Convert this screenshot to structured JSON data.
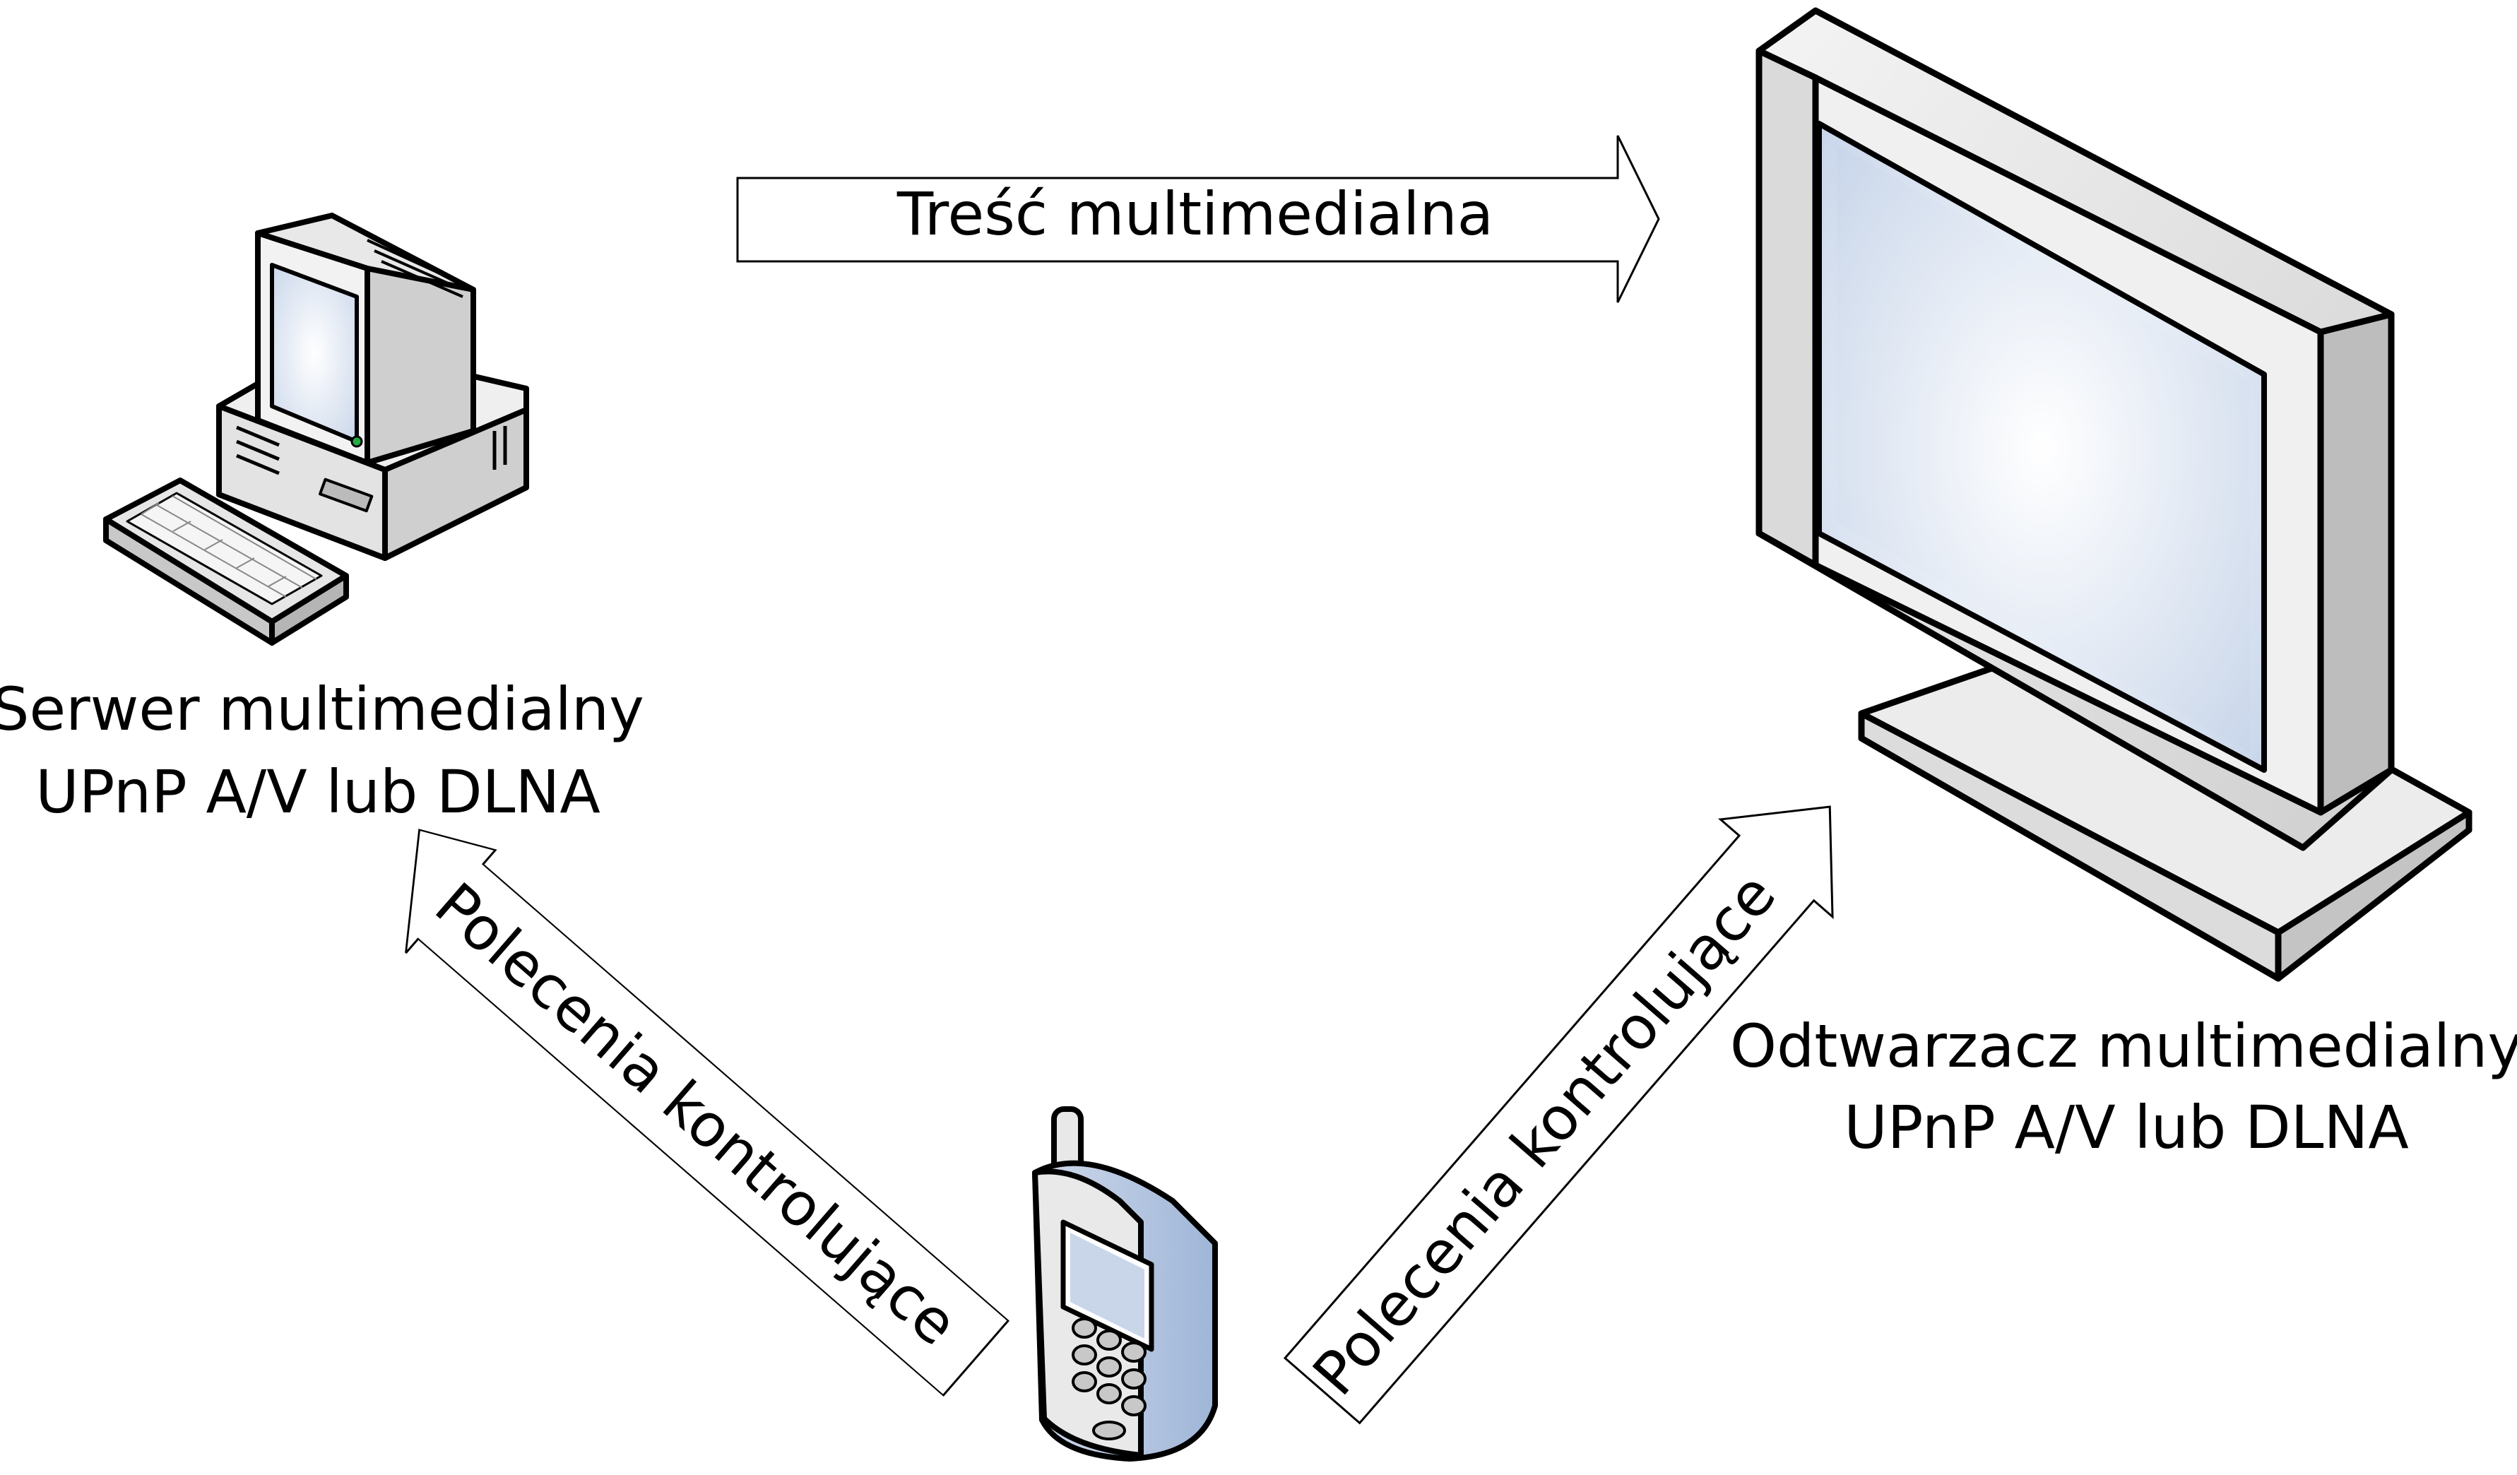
{
  "nodes": {
    "server": {
      "icon": "desktop-computer-icon",
      "label_line1": "Serwer multimedialny",
      "label_line2": "UPnP A/V lub DLNA"
    },
    "player": {
      "icon": "monitor-icon",
      "label_line1": "Odtwarzacz multimedialny",
      "label_line2": "UPnP A/V lub DLNA"
    },
    "controller": {
      "icon": "mobile-phone-icon"
    }
  },
  "arrows": {
    "content": {
      "label": "Treść multimedialna",
      "from": "server",
      "to": "player"
    },
    "control_to_server": {
      "label": "Polecenia kontrolujące",
      "from": "controller",
      "to": "server"
    },
    "control_to_player": {
      "label": "Polecenia kontrolujące",
      "from": "controller",
      "to": "player"
    }
  },
  "colors": {
    "outline": "#000000",
    "screen": "#d8e2f0",
    "phone_body": "#a9bfdc",
    "bezel": "#e6e6e6"
  }
}
